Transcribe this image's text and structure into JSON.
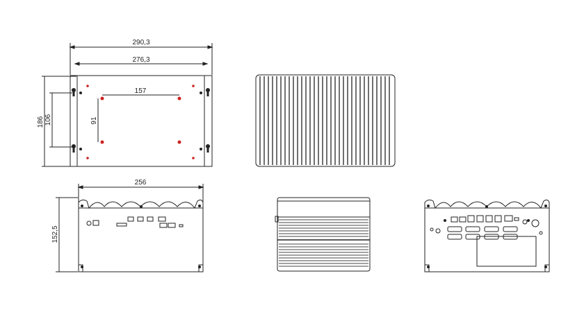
{
  "dimensions": {
    "overall_width": "290,3",
    "hole_span_width": "276,3",
    "overall_height": "186",
    "hole_span_height": "106",
    "mount_x": "157",
    "mount_y": "91",
    "front_width": "256",
    "front_height": "152,5"
  },
  "colors": {
    "line": "#222222",
    "hole": "#cc2222"
  }
}
